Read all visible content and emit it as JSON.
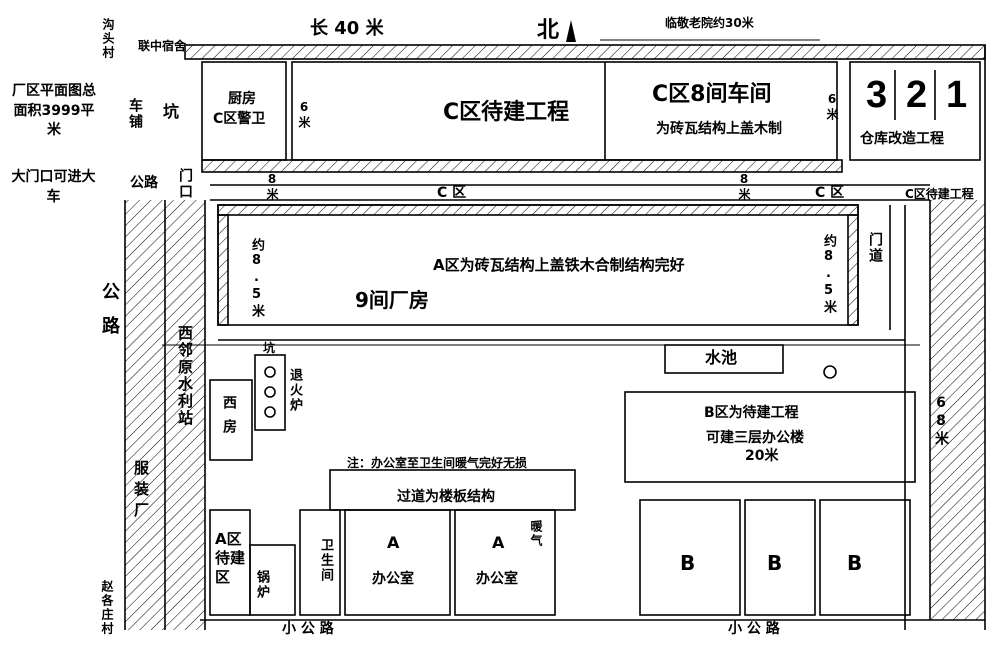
{
  "title": "厂区平面图总面积3999平米",
  "gate_note": "大门口可进大车",
  "north_label": "北",
  "icons": {
    "north": "north-arrow-icon",
    "pond": "pond-shape",
    "well": "well-circle-icon",
    "stove": "stove-icon"
  },
  "labels": {
    "length": "长 40 米",
    "neighbor_north": "临敬老院约30米",
    "village_top": "沟头村",
    "dormitory": "联中宿舍",
    "repair_shop": "车铺",
    "pit_top": "坑",
    "kitchen": "厨房",
    "c_guard": "C区警卫",
    "dim_6m_left": "6米",
    "c_pending": "C区待建工程",
    "c_workshop": "C区8间车间",
    "c_structure": "为砖瓦结构上盖木制",
    "dim_6m_right": "6米",
    "warehouse_nums": [
      "3",
      "2",
      "1"
    ],
    "warehouse_reno": "仓库改造工程",
    "road_top": "公路",
    "gate": "门口",
    "dim_8m_left": "8米",
    "c_zone_1": "C 区",
    "dim_8m_mid": "8米",
    "c_zone_2": "C 区",
    "c_pending_right": "C区待建工程",
    "dim_85_left": "约8.5米",
    "a_structure": "A区为砖瓦结构上盖铁木合制结构完好",
    "nine_factory": "9间厂房",
    "dim_85_right": "约8.5米",
    "gate_road": "门道",
    "road_left": "公路",
    "west_station": "西邻原水利站",
    "pit_mid": "坑",
    "annealing": "退火炉",
    "west_room": "西房",
    "pool": "水池",
    "b_pending": "B区为待建工程",
    "b_office": "可建三层办公楼",
    "dim_68": "68米",
    "dim_20": "20米",
    "note": "注：办公室至卫生间暖气完好无损",
    "corridor": "过道为楼板结构",
    "a_label_1": "A",
    "office_1": "办公室",
    "a_label_2": "A",
    "office_2": "办公室",
    "heating": "暖气",
    "b1": "B",
    "b2": "B",
    "b3": "B",
    "garment": "服装厂",
    "a_pending": "A区待建区",
    "boiler": "锅炉",
    "toilet": "卫生间",
    "village_bottom": "赵各庄村",
    "small_road_1": "小 公 路",
    "small_road_2": "小 公 路"
  }
}
